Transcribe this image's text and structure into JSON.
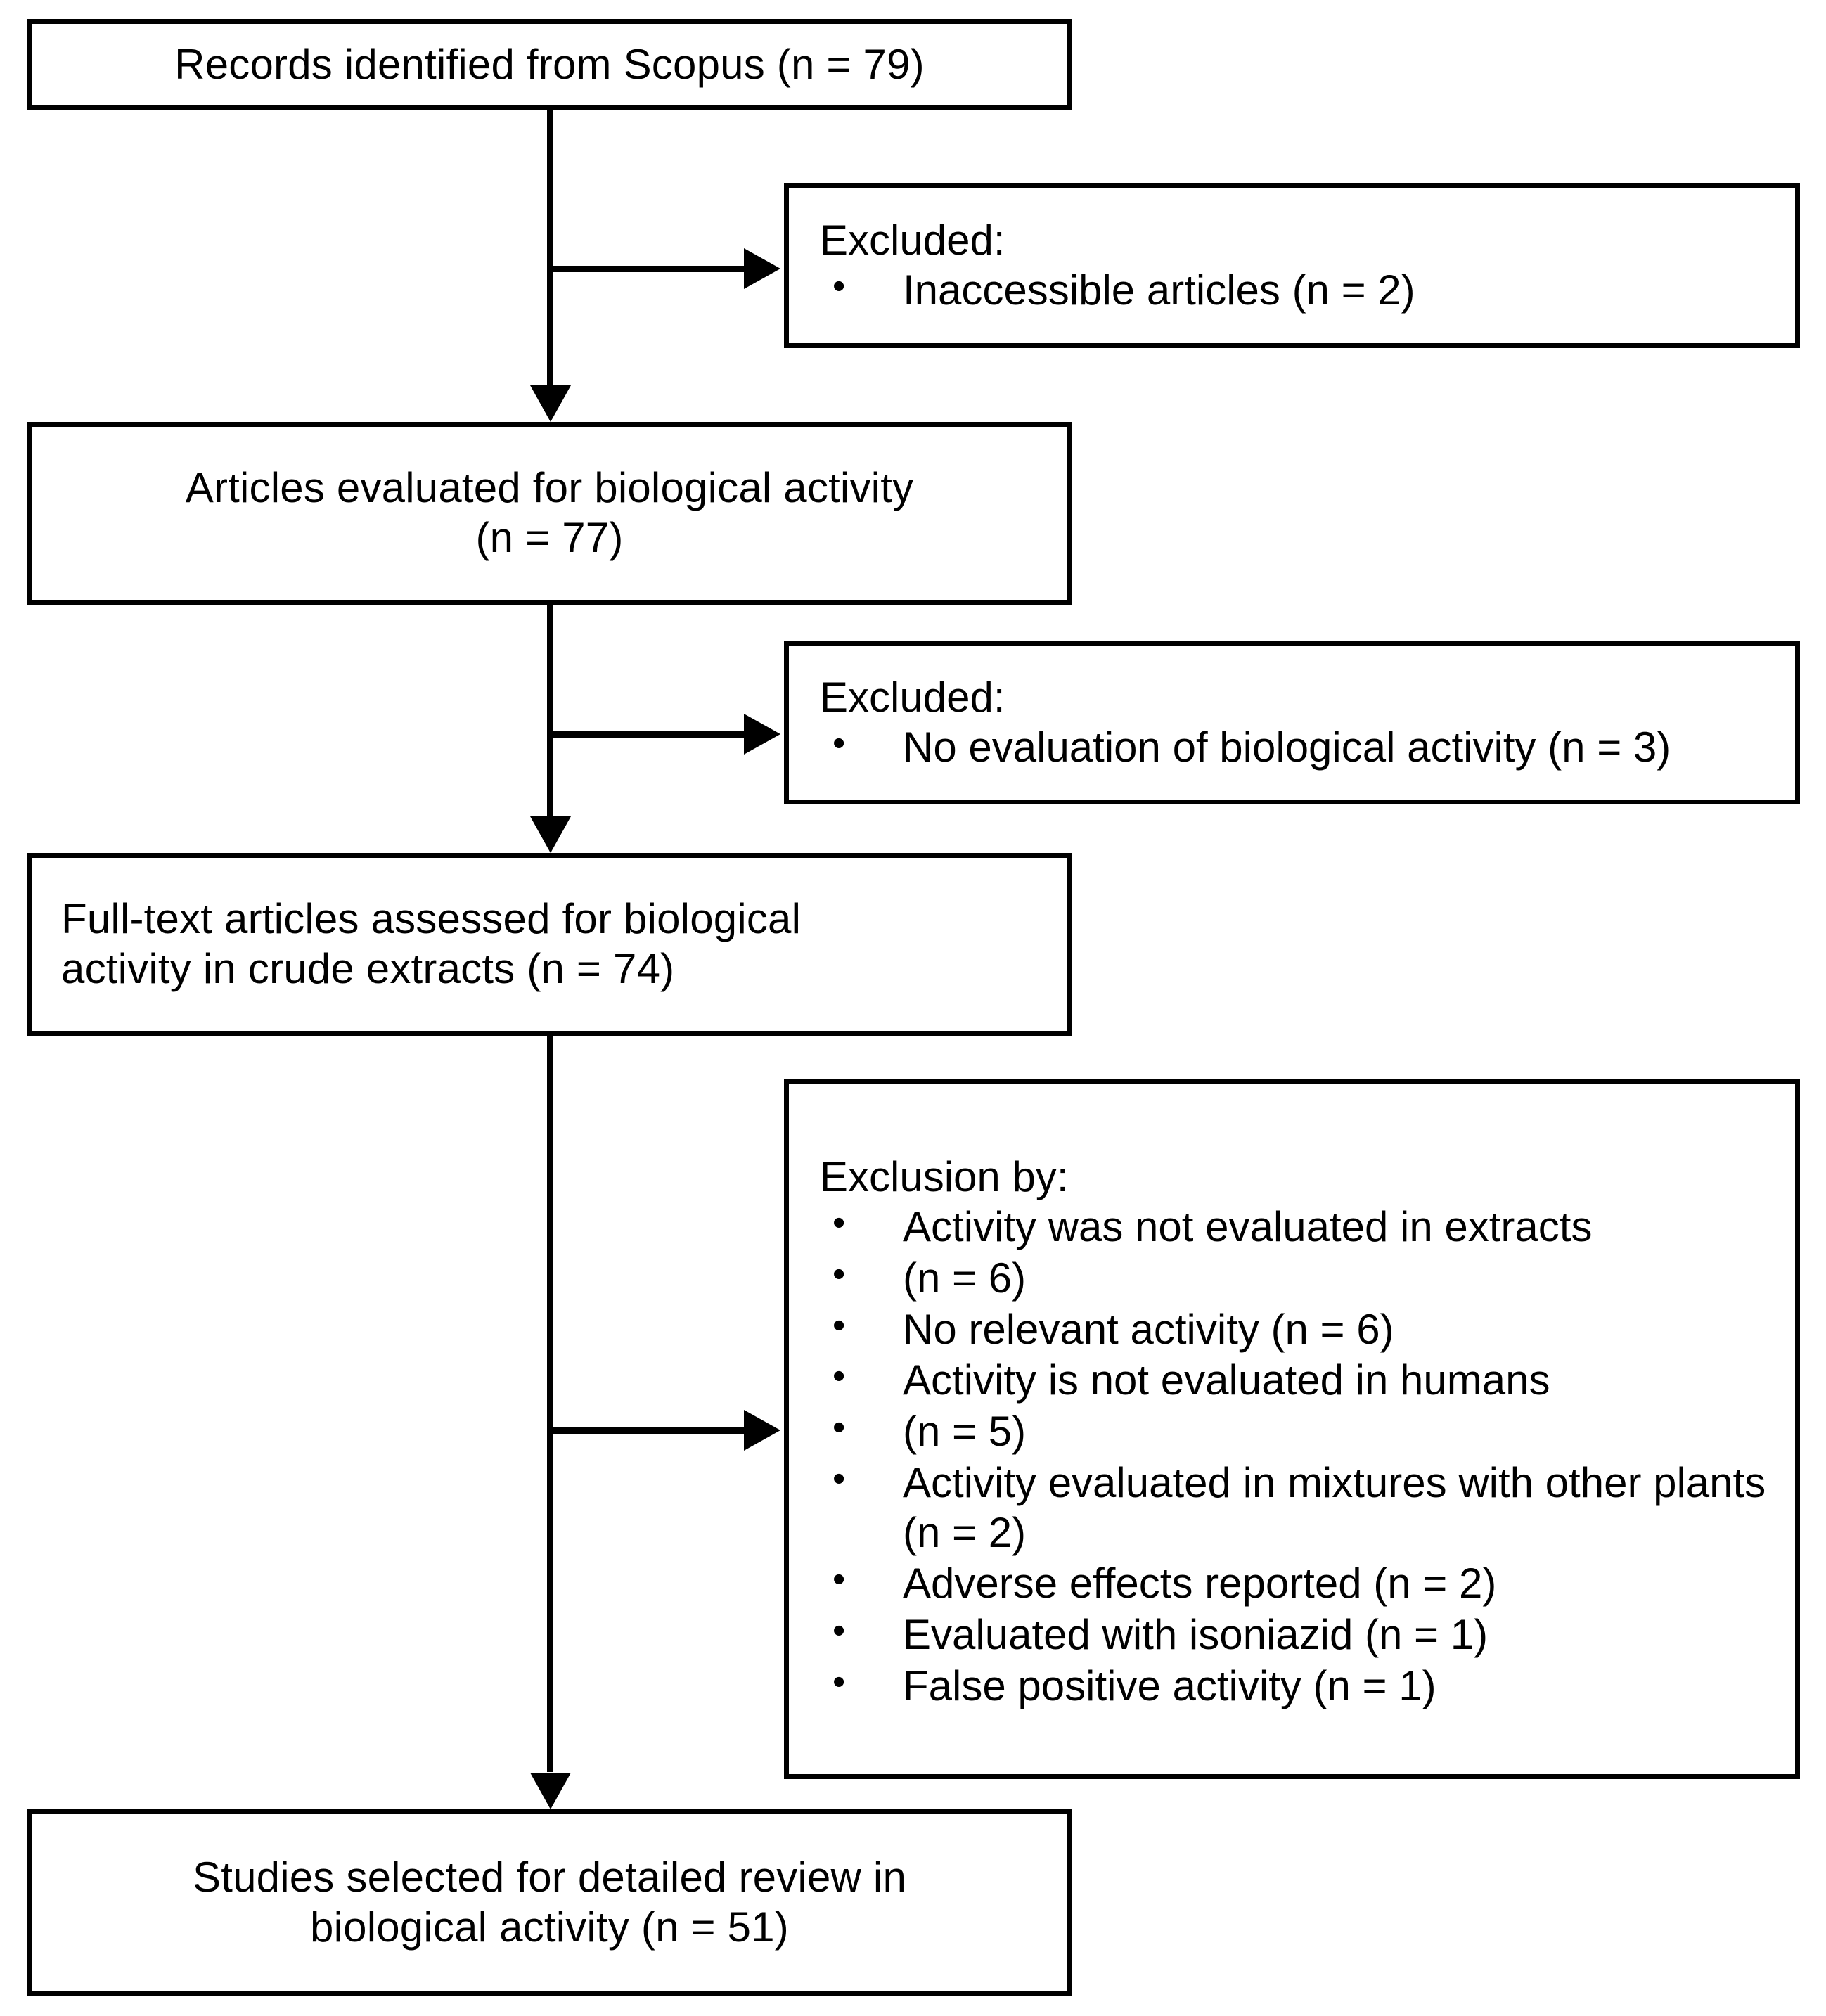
{
  "diagram": {
    "title": "PRISMA study selection flow",
    "accent_color": "#000000",
    "background_color": "#ffffff"
  },
  "nodes": {
    "records_identified": {
      "text": "Records identified from Scopus (n = 79)",
      "count": 79,
      "align": "center"
    },
    "articles_evaluated": {
      "text": "Articles evaluated for biological activity\n(n = 77)",
      "count": 77,
      "align": "center"
    },
    "fulltext_assessed": {
      "text": "Full-text articles assessed for biological\nactivity in crude extracts (n = 74)",
      "count": 74,
      "align": "left"
    },
    "studies_selected": {
      "text": "Studies selected for detailed review in\nbiological activity (n = 51)",
      "count": 51,
      "align": "center"
    }
  },
  "exclusions": {
    "excluded_1": {
      "title": "Excluded:",
      "items": [
        "Inaccessible articles (n = 2)"
      ]
    },
    "excluded_2": {
      "title": "Excluded:",
      "items": [
        "No evaluation of biological activity (n = 3)"
      ]
    },
    "excluded_3": {
      "title": "Exclusion by:",
      "items": [
        "Activity was not evaluated in extracts",
        "(n = 6)",
        "No relevant activity (n = 6)",
        "Activity is not evaluated in humans",
        "(n = 5)",
        "Activity evaluated in mixtures with other plants (n = 2)",
        "Adverse effects reported (n = 2)",
        "Evaluated with isoniazid (n = 1)",
        "False positive activity (n = 1)"
      ]
    }
  }
}
